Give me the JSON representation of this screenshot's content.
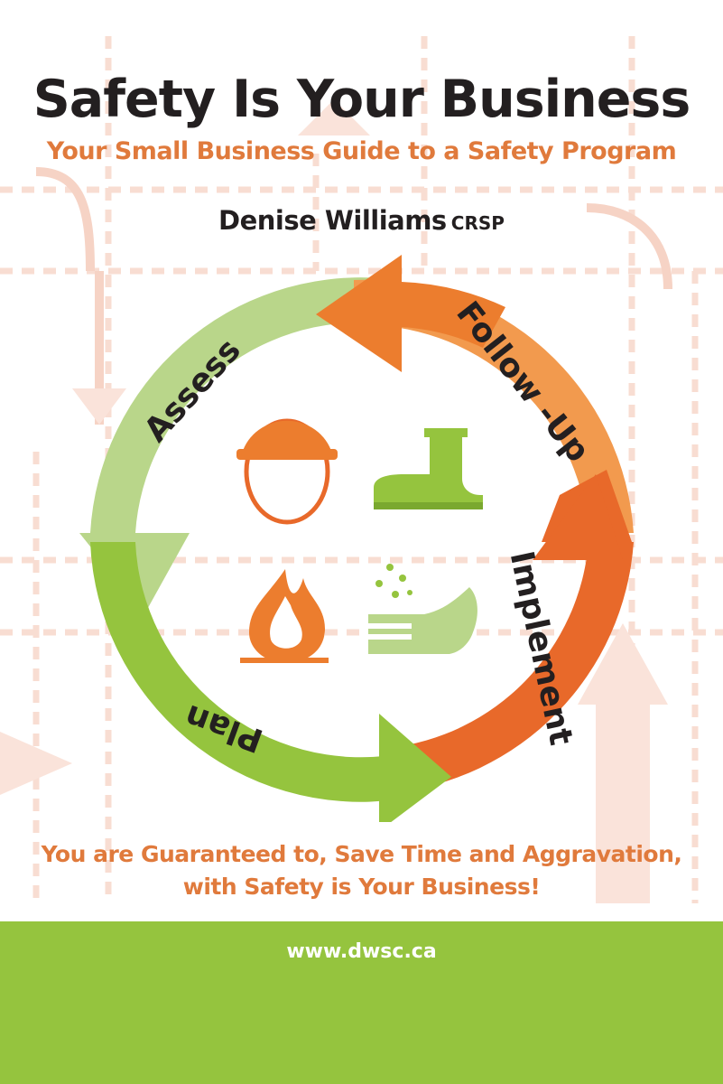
{
  "cover": {
    "title": "Safety Is Your Business",
    "subtitle": "Your Small Business Guide to a Safety Program",
    "author_name": "Denise Williams",
    "author_credential": "CRSP",
    "cycle_steps": [
      "Assess",
      "Follow -Up",
      "Implement",
      "Plan"
    ],
    "icons": [
      "hard-hat-head-icon",
      "safety-boot-icon",
      "fire-icon",
      "hand-chemical-splash-icon"
    ],
    "tagline_line1": "You are Guaranteed to, Save Time and Aggravation,",
    "tagline_line2": "with Safety is Your Business!",
    "url": "www.dwsc.ca"
  },
  "colors": {
    "orange": "#e8732a",
    "orange_light": "#f29a4e",
    "green": "#95c43e",
    "green_light": "#b9d68a",
    "text_dark": "#231f20",
    "text_orange": "#e07a3c"
  }
}
